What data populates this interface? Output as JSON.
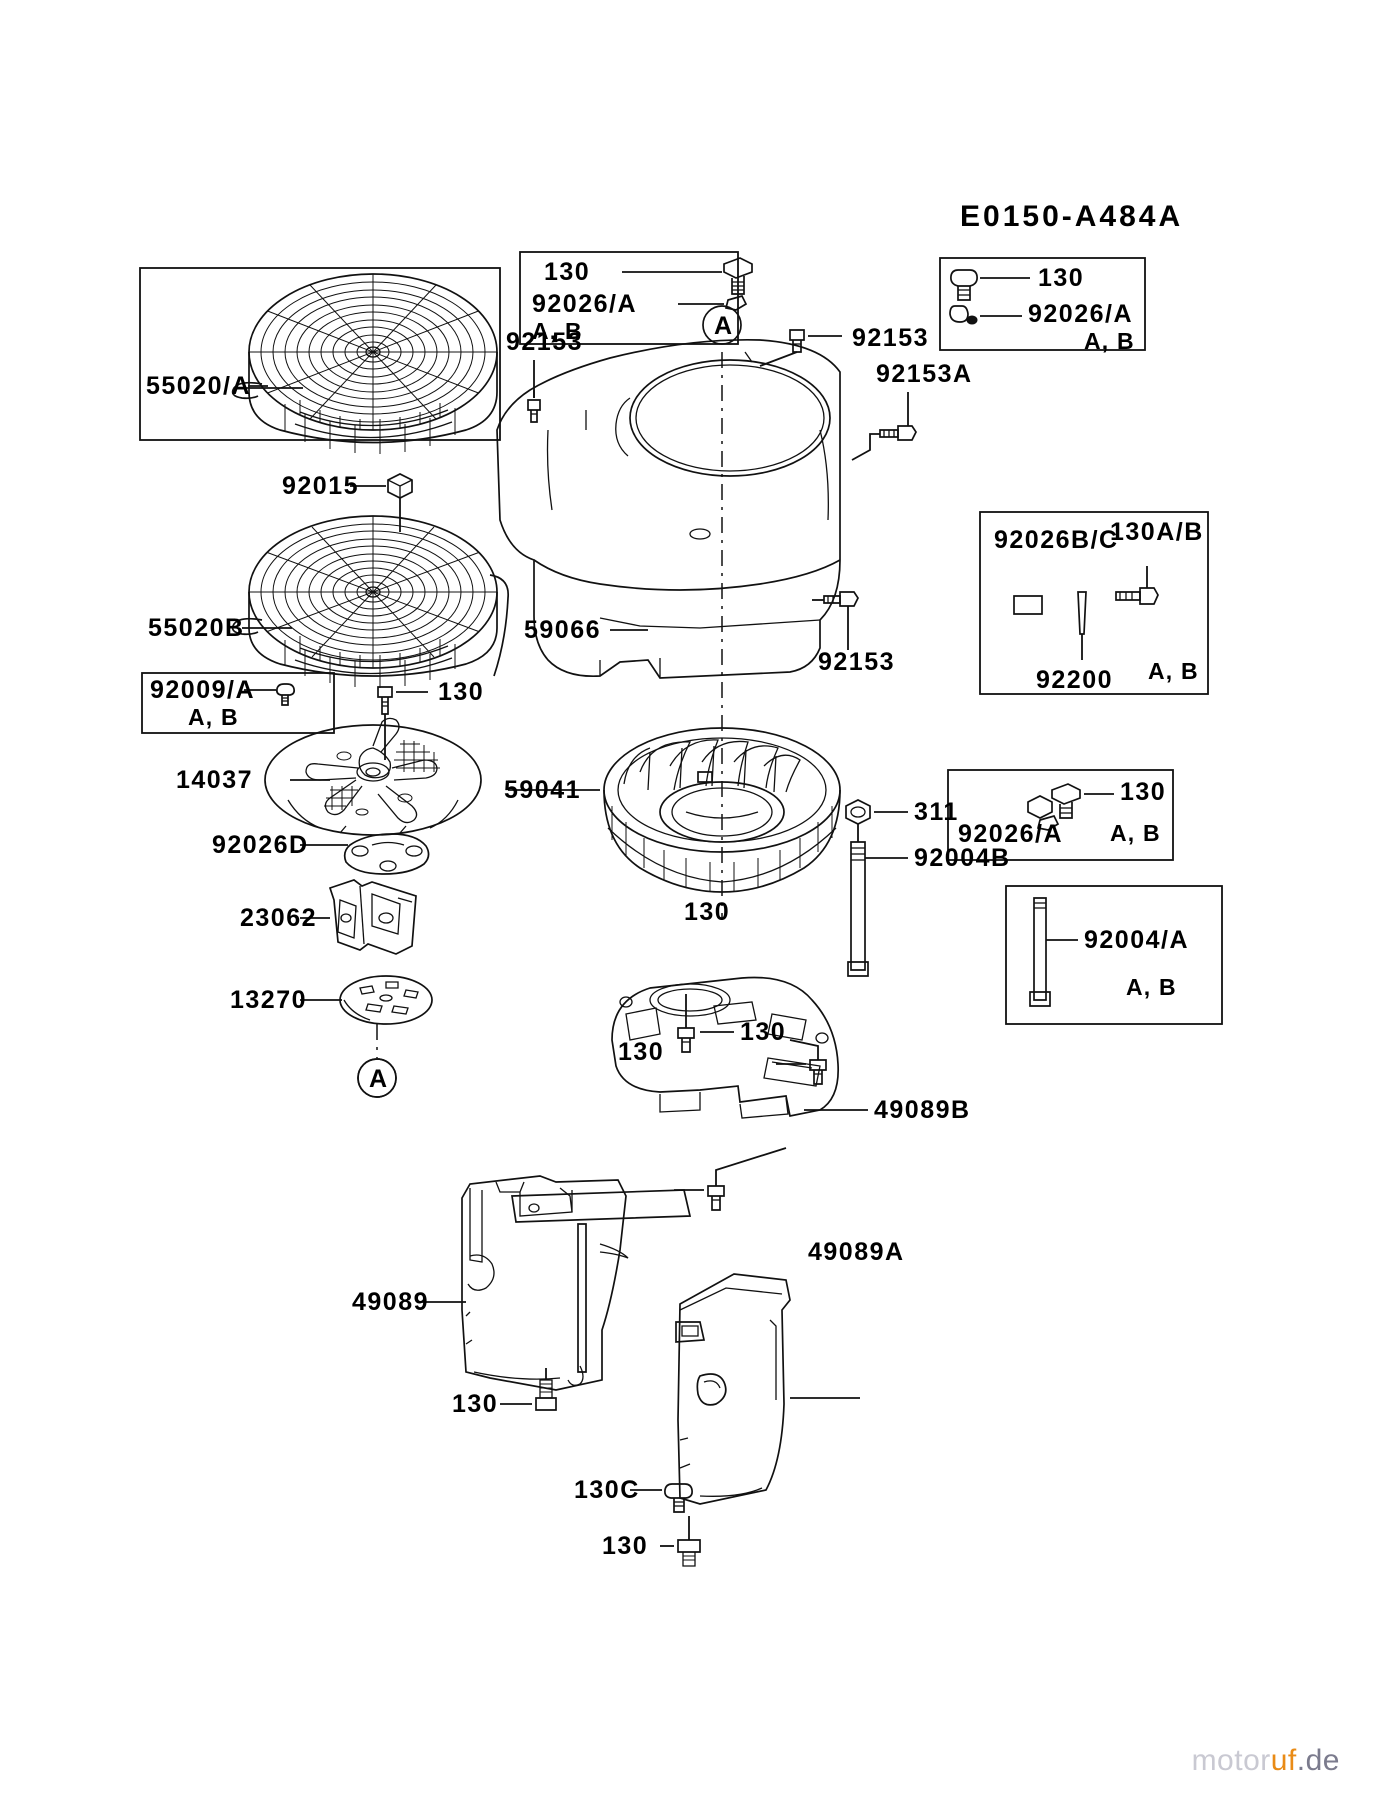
{
  "diagram": {
    "code": "E0150-A484A",
    "watermark": {
      "part1": "motor",
      "part2": "uf",
      "dot": ".",
      "part3": "de"
    }
  },
  "callouts": {
    "grille_upper": "55020/A",
    "nut_92015": "92015",
    "grille_lower": "55020B",
    "bolt_92009A": "92009/A",
    "bolt_92009A_sub": "A, B",
    "flywheel_screen": "14037",
    "clamp_92026D": "92026D",
    "bracket_23062": "23062",
    "plate_13270": "13270",
    "baffle_49089": "49089",
    "baffle_49089A": "49089A",
    "baffle_49089B": "49089B",
    "fan_housing": "59066",
    "fan_59041": "59041",
    "nut_311": "311",
    "rod_92004B": "92004B",
    "rod_92004A": "92004/A",
    "rod_92004A_sub": "A, B",
    "screw_92200": "92200",
    "bolt_130_a": "130",
    "bolt_130_b": "130",
    "bolt_130_c": "130",
    "bolt_130_d": "130",
    "bolt_130_e": "130",
    "bolt_130_f": "130",
    "bolt_130_g": "130",
    "bolt_130_h": "130",
    "bolt_130_i": "130",
    "bolt_130_j": "130",
    "bolt_130C": "130C",
    "screw_92153_a": "92153",
    "screw_92153_b": "92153",
    "screw_92153_c": "92153",
    "screw_92153A": "92153A",
    "marker_a_top": "A",
    "marker_a_bottom": "A"
  },
  "inset_boxes": [
    {
      "id": "box-top-middle",
      "rows": [
        {
          "label": "130",
          "icon": "hex-bolt-icon"
        },
        {
          "label": "92026/A",
          "icon": "clip-icon"
        }
      ],
      "footer": "A, B"
    },
    {
      "id": "box-top-right",
      "rows": [
        {
          "label": "130",
          "icon": "bolt-icon"
        },
        {
          "label": "92026/A",
          "icon": "clip-icon"
        }
      ],
      "footer": "A, B"
    },
    {
      "id": "box-mid-right",
      "header_left": "92026B/C",
      "header_right": "130A/B",
      "center_label": "92200",
      "footer": "A, B"
    },
    {
      "id": "box-lower-right",
      "rows": [
        {
          "label": "130",
          "icon": "hex-bolt-icon"
        },
        {
          "label": "92026/A",
          "icon": "clip-icon"
        }
      ],
      "footer": "A, B"
    },
    {
      "id": "box-rod-right",
      "rows": [
        {
          "label": "92004/A",
          "icon": "rod-icon"
        }
      ],
      "footer": "A, B"
    },
    {
      "id": "box-left-92009",
      "rows": [
        {
          "label": "92009/A",
          "icon": "screw-icon"
        }
      ],
      "footer": "A, B"
    },
    {
      "id": "box-grille-upper",
      "rows": [
        {
          "label": "55020/A",
          "icon": "fan-grille-icon"
        }
      ],
      "footer": ""
    }
  ]
}
